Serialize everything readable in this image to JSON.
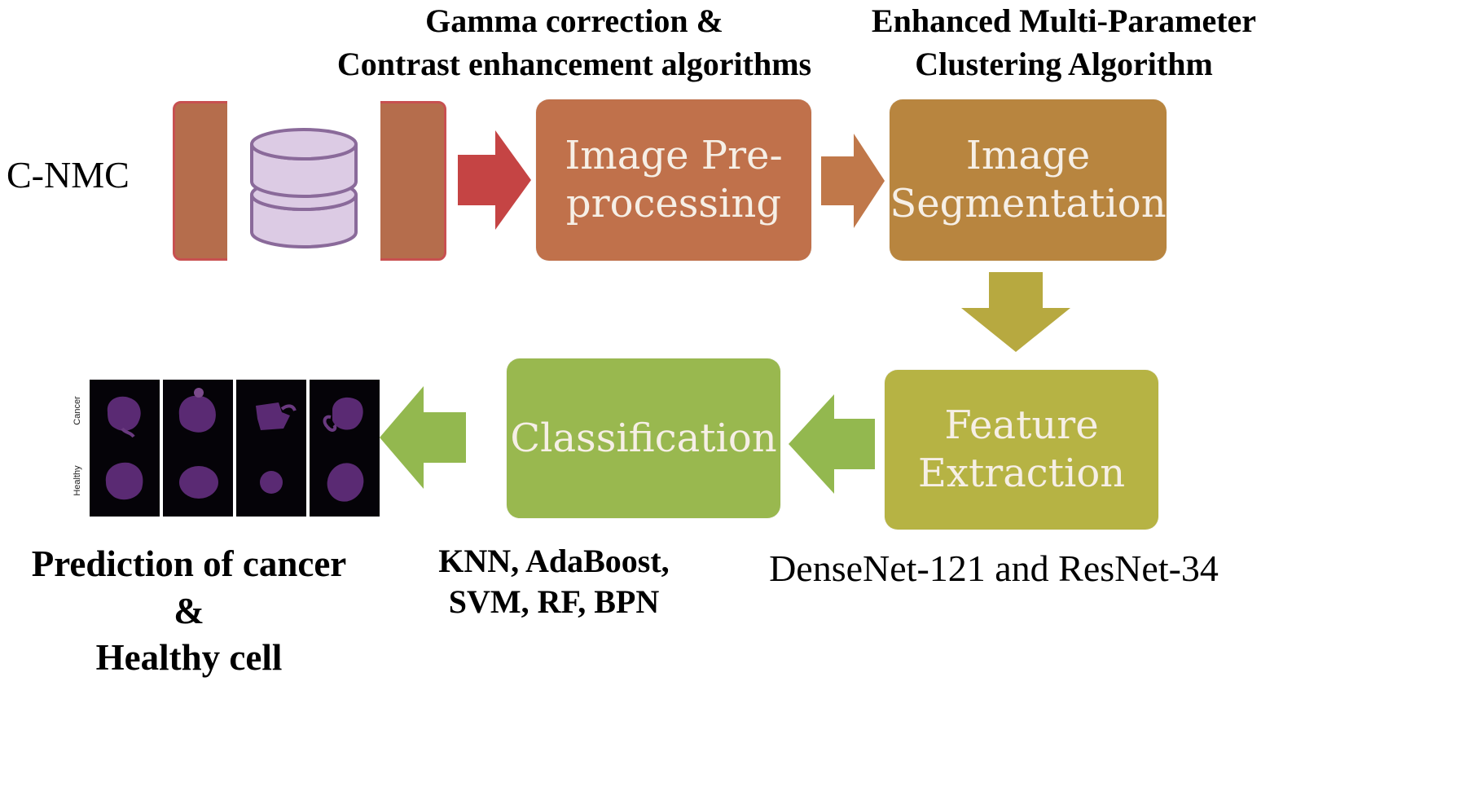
{
  "source": {
    "label": "C-NMC",
    "icon": "database-icon"
  },
  "boxes": {
    "preprocessing": {
      "line1": "Image Pre-",
      "line2": "processing",
      "color": "#c0714b"
    },
    "segmentation": {
      "line1": "Image",
      "line2": "Segmentation",
      "color": "#b8853f"
    },
    "feature": {
      "line1": "Feature",
      "line2": "Extraction",
      "color": "#b6b344"
    },
    "classification": {
      "label": "Classification",
      "color": "#99b84f"
    }
  },
  "captions": {
    "preprocessing_line1": "Gamma correction &",
    "preprocessing_line2": "Contrast enhancement algorithms",
    "segmentation_line1": "Enhanced Multi-Parameter",
    "segmentation_line2": "Clustering Algorithm",
    "feature": "DenseNet-121 and ResNet-34",
    "classification_line1": "KNN, AdaBoost,",
    "classification_line2": "SVM, RF, BPN",
    "prediction_line1": "Prediction of cancer",
    "prediction_line2": "&",
    "prediction_line3": "Healthy cell"
  },
  "cell_grid": {
    "row1_label": "Cancer",
    "row2_label": "Healthy"
  },
  "colors": {
    "source_box": "#b56d4c",
    "arrow_red": "#c54444",
    "arrow_orange": "#c0784a",
    "arrow_olive": "#b7a940",
    "arrow_green": "#93b84f",
    "cell_purple": "#5a2a73"
  }
}
